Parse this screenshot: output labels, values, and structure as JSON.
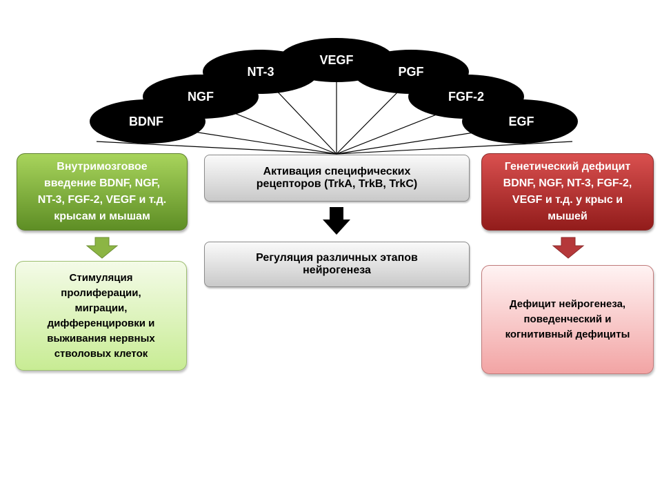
{
  "ellipses": [
    {
      "label": "BDNF"
    },
    {
      "label": "NGF"
    },
    {
      "label": "NT-3"
    },
    {
      "label": "PGF"
    },
    {
      "label": "FGF-2"
    },
    {
      "label": "EGF"
    },
    {
      "label": "VEGF"
    }
  ],
  "center": {
    "top_lines": [
      "Активация специфических",
      "рецепторов (TrkA, TrkB, TrkC)"
    ],
    "bottom_lines": [
      "Регуляция различных этапов",
      "нейрогенеза"
    ]
  },
  "left": {
    "top_lines": [
      "Внутримозговое",
      "введение BDNF, NGF,",
      "NT-3, FGF-2, VEGF и т.д.",
      "крысам и мышам"
    ],
    "bottom_lines": [
      "Стимуляция",
      "пролиферации,",
      "миграции,",
      "дифференцировки и",
      "выживания нервных",
      "стволовых клеток"
    ]
  },
  "right": {
    "top_lines": [
      "Генетический дефицит",
      "BDNF, NGF, NT-3, FGF-2,",
      "VEGF и т.д. у крыс и",
      "мышей"
    ],
    "bottom_lines": [
      "Дефицит нейрогенеза,",
      "поведенческий и",
      "когнитивный дефициты"
    ]
  },
  "colors": {
    "ellipse_fill": "#000000",
    "ellipse_text": "#ffffff",
    "left_arrow": "#8cb544",
    "right_arrow": "#b5383a",
    "center_arrow": "#000000"
  }
}
